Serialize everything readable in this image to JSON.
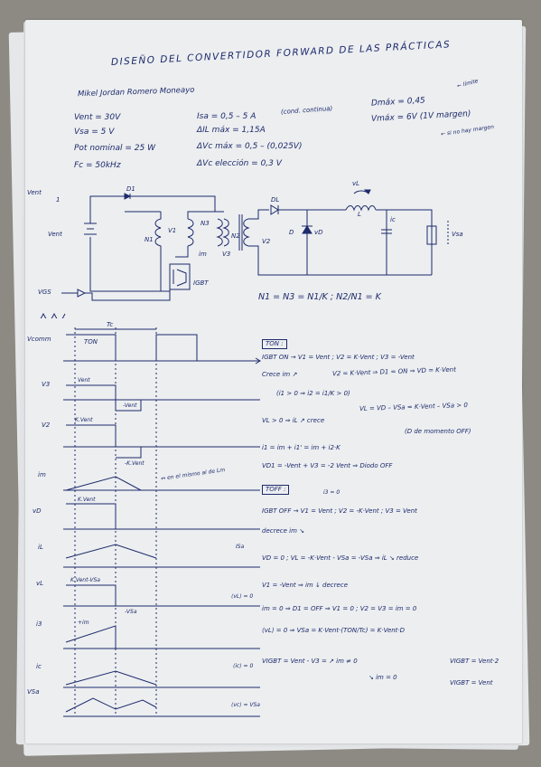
{
  "title": "DISEÑO DEL CONVERTIDOR FORWARD DE LAS PRÁCTICAS",
  "author": "Mikel Jordan Romero Moneayo",
  "specs": {
    "vent": "Vent = 30V",
    "vsa": "Vsa = 5 V",
    "pot": "Pot nominal = 25 W",
    "fc": "Fc = 50kHz",
    "isa": "Isa = 0,5 – 5 A",
    "cond": "(cond. continua)",
    "il_max": "ΔIL máx = 1,15A",
    "vc_max": "ΔVc máx = 0,5 – (0,025V)",
    "vc_elec": "ΔVc elección = 0,3 V",
    "dmax": "Dmáx = 0,45",
    "dmax_note": "← límite",
    "vmax": "Vmáx = 6V (1V margen)",
    "vmax_note": "← si no hay margen"
  },
  "circuit": {
    "vent_label": "Vent",
    "vent_side": "Vent",
    "d1": "D1",
    "n1": "N1",
    "v1": "V1",
    "n2": "N2",
    "n3": "N3",
    "v2": "V2",
    "v3": "V3",
    "im": "im",
    "igbt": "IGBT",
    "vgs": "VGS",
    "d_lbl": "D",
    "vd": "vD",
    "dl": "DL",
    "l": "L",
    "vl": "vL",
    "ic": "ic",
    "vsa_out": "Vsa",
    "one": "1",
    "turns": "N1 = N3 = N1/K  ;  N2/N1 = K"
  },
  "timing": {
    "ton": "TON",
    "tc": "Tc",
    "vcomm": "Vcomm",
    "v3": "V3",
    "v2": "V2",
    "im": "im",
    "vd": "vD",
    "il": "iL",
    "vl": "vL",
    "i3": "i3",
    "ic": "ic",
    "vsa": "VSa",
    "vent": "Vent",
    "mvent": "-Vent",
    "kvent": "K.Vent",
    "mkvent": "-K.Vent",
    "kvent_vsa": "K.Vent-VSa",
    "mvsa": "-VSa",
    "isa": "ISa",
    "im_lbl": "+im",
    "im_note": "↔ en el mismo al de Lm"
  },
  "notes": {
    "ton_head": "TON :",
    "n1": "IGBT ON → V1 = Vent ; V2 = K·Vent ; V3 = -Vent",
    "n2": "Crece im ↗",
    "n2b": "V2 = K·Vent ⇒ D1 = ON ⇒ VD = K·Vent",
    "n3": "(i1 > 0 ⇒ i2 = i1/K > 0)",
    "n4": "VL > 0 ⇒ iL ↗ crece",
    "n4b": "VL = VD – VSa = K·Vent – VSa > 0",
    "n4c": "(D de momento OFF)",
    "n5": "i1 = im + i1' = im + i2·K",
    "n6": "VD1 = -Vent + V3 = -2 Vent ⇒ Diodo OFF",
    "toff_head": "TOFF :",
    "i3": "i3 = 0",
    "n7": "IGBT OFF → V1 = Vent ; V2 = -K·Vent ; V3 = Vent",
    "n8": "decrece im ↘",
    "n9": "VD = 0 ; VL = -K·Vent - VSa = -VSa ⇒ iL ↘ reduce",
    "n10": "V1 = -Vent ⇒ im ↓ decrece",
    "n11": "im = 0 ⇒ D1 = OFF ⇒ V1 = 0 ; V2 = V3 = im = 0",
    "n12": "⟨vL⟩ = 0 ⇒  VSa = K·Vent·(TON/Tc) = K·Vent·D",
    "n13": "VIGBT = Vent - V3 = ↗ im ≠ 0",
    "n13b": "VIGBT = Vent·2",
    "n14": "↘ im = 0",
    "n14b": "VIGBT = Vent",
    "vl0": "⟨vL⟩ = 0",
    "ic0": "⟨ic⟩ = 0",
    "vc": "⟨vc⟩ = VSa"
  }
}
